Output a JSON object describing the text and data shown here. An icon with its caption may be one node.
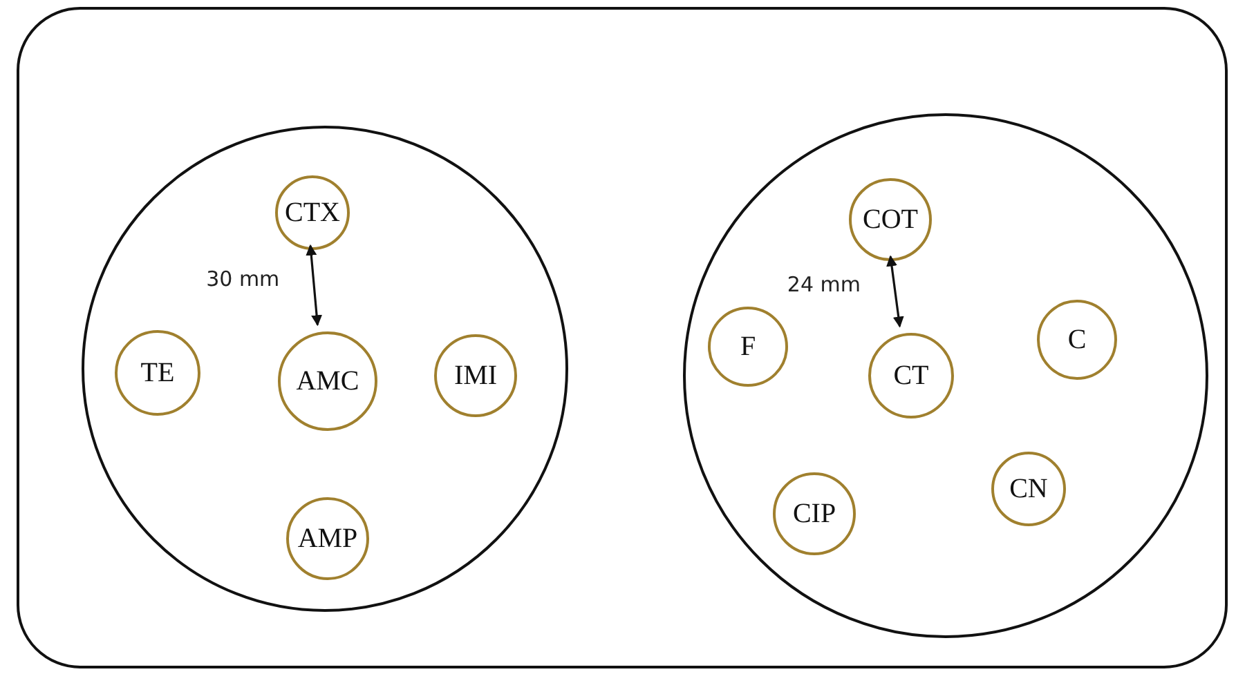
{
  "diagram": {
    "nodes": [
      {
        "text": [],
        "shape": "box"
      },
      {
        "text": [],
        "shape": "circle",
        "in": 0
      },
      {
        "text": [
          "CTX"
        ],
        "in": 1
      },
      {
        "text": [
          "TE"
        ],
        "in": 1
      },
      {
        "text": [
          "AMC"
        ],
        "in": 1
      },
      {
        "text": [
          "IMI"
        ],
        "in": 1
      },
      {
        "text": [
          "AMP"
        ],
        "in": 1
      },
      {
        "text": [],
        "shape": "circle",
        "in": 0
      },
      {
        "text": [
          "COT"
        ],
        "in": 7
      },
      {
        "text": [
          "F"
        ],
        "in": 7
      },
      {
        "text": [
          "CT"
        ],
        "in": 7
      },
      {
        "text": [
          "C"
        ],
        "in": 7
      },
      {
        "text": [
          "CIP"
        ],
        "in": 7
      },
      {
        "text": [
          "CN"
        ],
        "in": 7
      }
    ],
    "edges": [
      {
        "from": 2,
        "to": 4,
        "arrow": "both",
        "label": "30 mm"
      },
      {
        "from": 8,
        "to": 10,
        "arrow": "both",
        "label": "24 mm"
      }
    ]
  }
}
